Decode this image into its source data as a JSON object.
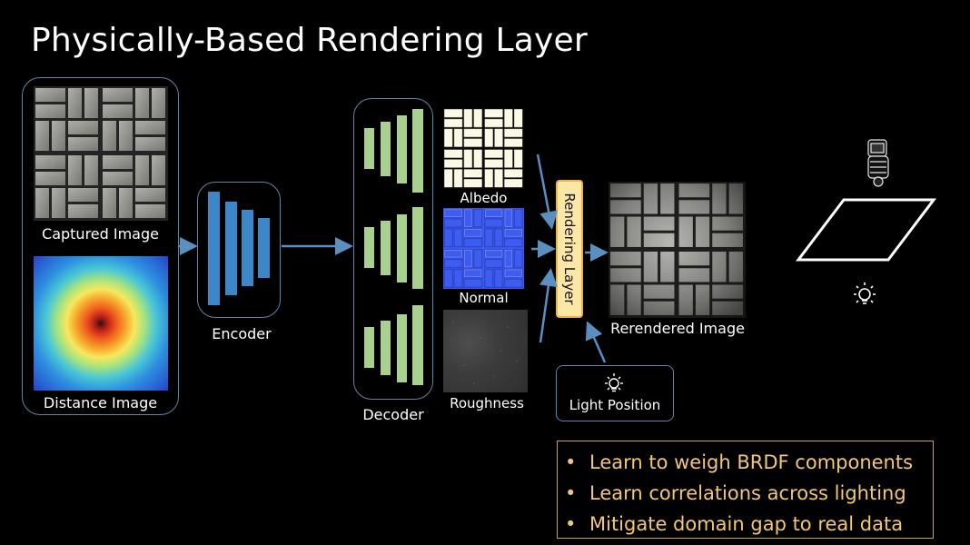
{
  "title": "Physically-Based Rendering Layer",
  "inputs": {
    "captured_label": "Captured Image",
    "distance_label": "Distance Image"
  },
  "encoder_label": "Encoder",
  "decoder_label": "Decoder",
  "maps": {
    "albedo_label": "Albedo",
    "normal_label": "Normal",
    "roughness_label": "Roughness"
  },
  "rendering_layer_label": "Rendering Layer",
  "light_position_label": "Light Position",
  "rerendered_label": "Rerendered Image",
  "bullets": [
    "Learn to weigh BRDF components",
    "Learn correlations across lighting",
    "Mitigate domain gap to real data"
  ],
  "colors": {
    "frame": "#5f86a8",
    "encoder_bars": "#3d87c9",
    "decoder_bars": "#a9d08e",
    "arrows": "#5a8fc0",
    "rendering_layer_fill": "#fde7a6",
    "bullet_text": "#f2c77a"
  },
  "icons": [
    "camera-icon",
    "light-bulb-icon",
    "plane-outline"
  ]
}
